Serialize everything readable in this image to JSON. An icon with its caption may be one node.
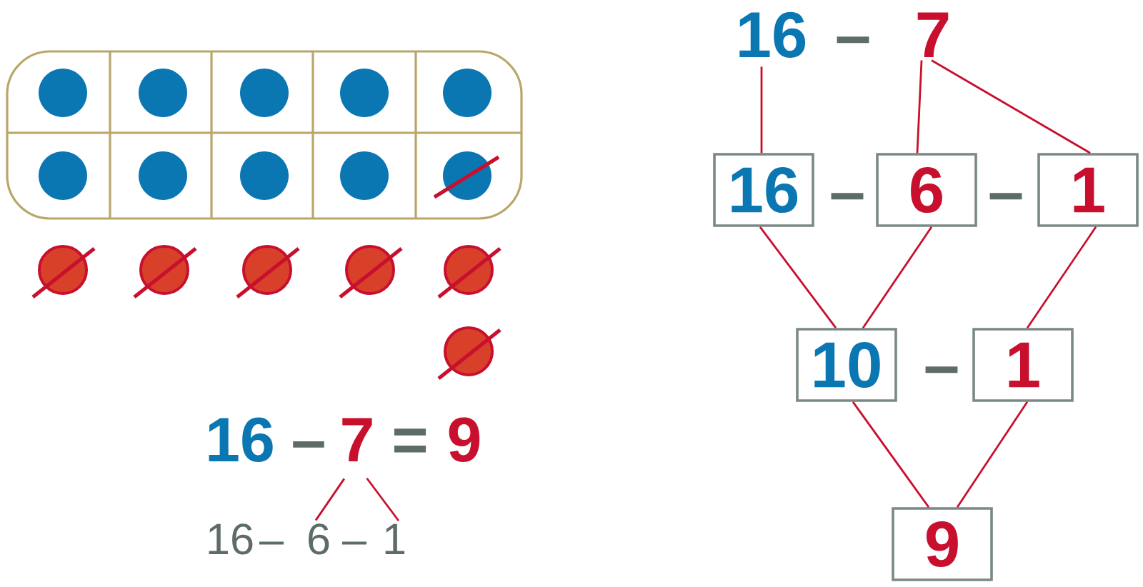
{
  "diagram": {
    "nodes": [
      {
        "text": [
          "7"
        ]
      },
      {
        "text": [
          "6"
        ]
      },
      {
        "text": [
          "1"
        ]
      },
      {
        "text": [
          "16"
        ]
      },
      {
        "text": [
          "7"
        ]
      },
      {
        "text": [
          "16"
        ]
      },
      {
        "text": [
          "6"
        ]
      },
      {
        "text": [
          "1"
        ]
      },
      {
        "text": [
          "10"
        ]
      },
      {
        "text": [
          "1"
        ]
      },
      {
        "text": [
          "9"
        ]
      }
    ],
    "edges": [
      {
        "from": 0,
        "to": 1,
        "arrow": "none"
      },
      {
        "from": 0,
        "to": 2,
        "arrow": "none"
      },
      {
        "from": 3,
        "to": 5,
        "arrow": "none"
      },
      {
        "from": 4,
        "to": 6,
        "arrow": "none"
      },
      {
        "from": 4,
        "to": 7,
        "arrow": "none"
      },
      {
        "from": 5,
        "to": 8,
        "arrow": "none"
      },
      {
        "from": 6,
        "to": 8,
        "arrow": "none"
      },
      {
        "from": 7,
        "to": 9,
        "arrow": "none"
      },
      {
        "from": 8,
        "to": 10,
        "arrow": "none"
      },
      {
        "from": 9,
        "to": 10,
        "arrow": "none"
      }
    ],
    "labels": [
      "16",
      "–",
      "=",
      "9",
      "16",
      "–",
      "–",
      "–",
      "–",
      "–",
      "–"
    ]
  }
}
